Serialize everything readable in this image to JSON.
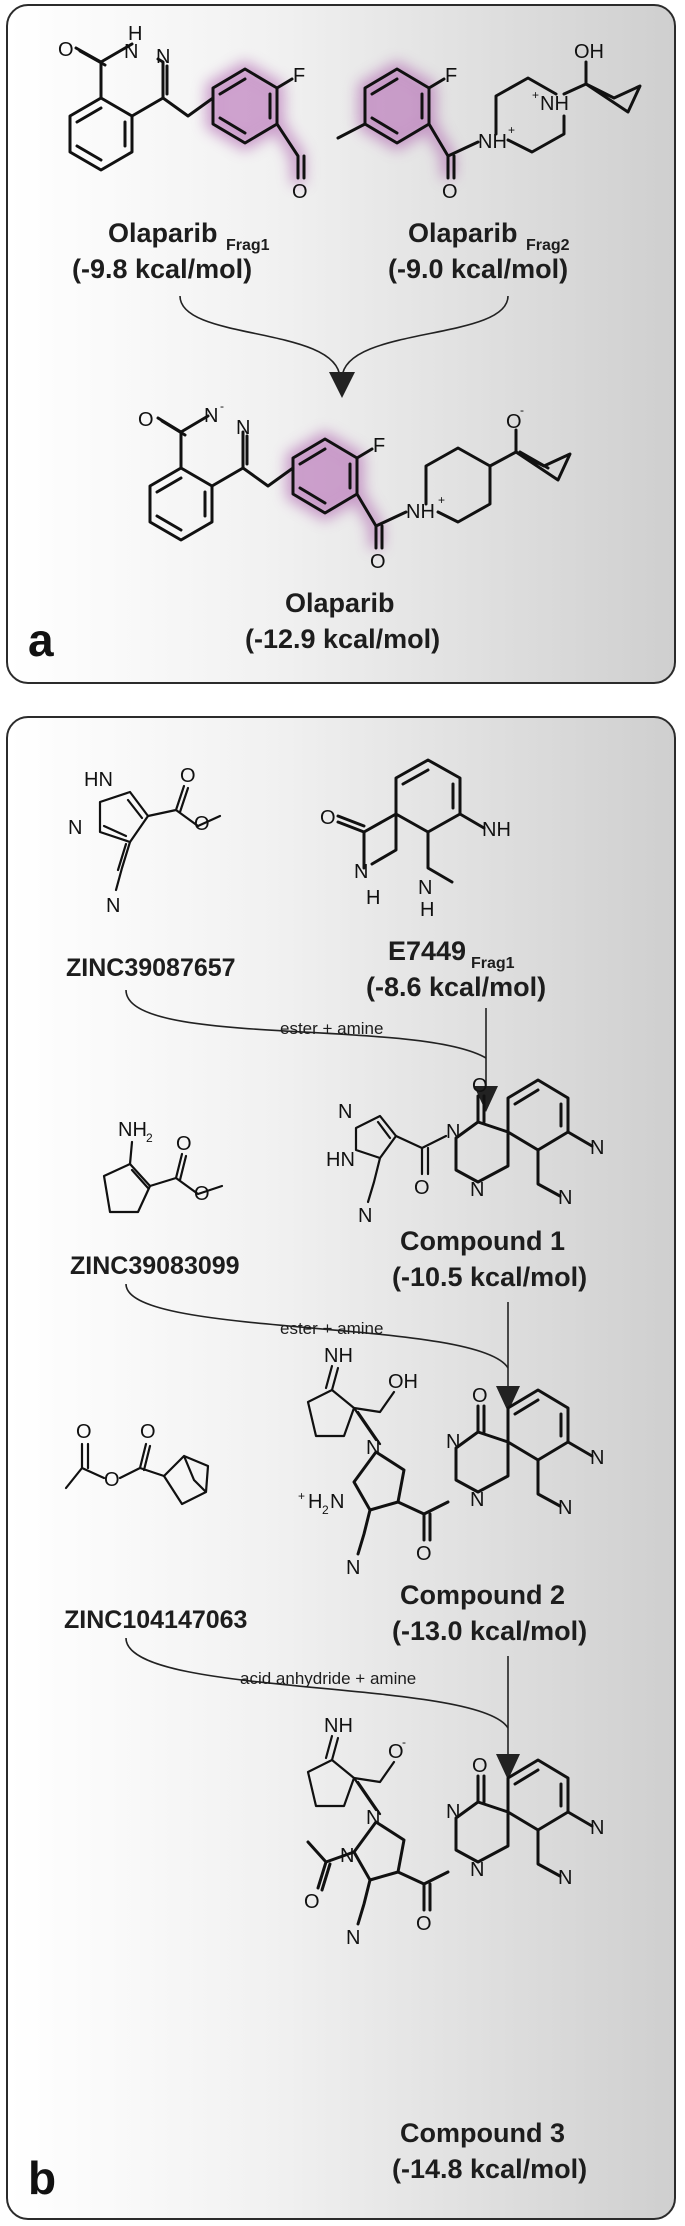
{
  "panel_a": {
    "letter": "a",
    "frag1": {
      "name": "Olaparib",
      "sub": "Frag1",
      "energy": "(-9.8 kcal/mol)"
    },
    "frag2": {
      "name": "Olaparib",
      "sub": "Frag2",
      "energy": "(-9.0 kcal/mol)"
    },
    "product": {
      "name": "Olaparib",
      "energy": "(-12.9 kcal/mol)"
    }
  },
  "panel_b": {
    "letter": "b",
    "zinc1": "ZINC39087657",
    "e7449": {
      "name": "E7449",
      "sub": "Frag1",
      "energy": "(-8.6 kcal/mol)"
    },
    "rxn1": "ester + amine",
    "compound1": {
      "name": "Compound 1",
      "energy": "(-10.5 kcal/mol)"
    },
    "zinc2": "ZINC39083099",
    "rxn2": "ester + amine",
    "compound2": {
      "name": "Compound 2",
      "energy": "(-13.0 kcal/mol)"
    },
    "zinc3": "ZINC104147063",
    "rxn3": "acid anhydride + amine",
    "compound3": {
      "name": "Compound 3",
      "energy": "(-14.8 kcal/mol)"
    }
  },
  "atoms": {
    "O": "O",
    "N": "N",
    "H": "H",
    "F": "F",
    "OH": "OH",
    "NH": "NH",
    "HN": "HN",
    "NH2": "NH",
    "two": "2",
    "NHplus": "NH",
    "plus": "+",
    "minus": "-",
    "H2N": "H",
    "twoN": "N",
    "Ominus": "O"
  },
  "colors": {
    "highlight": "#9b4f9b",
    "panel_border": "#2b2b2b"
  }
}
